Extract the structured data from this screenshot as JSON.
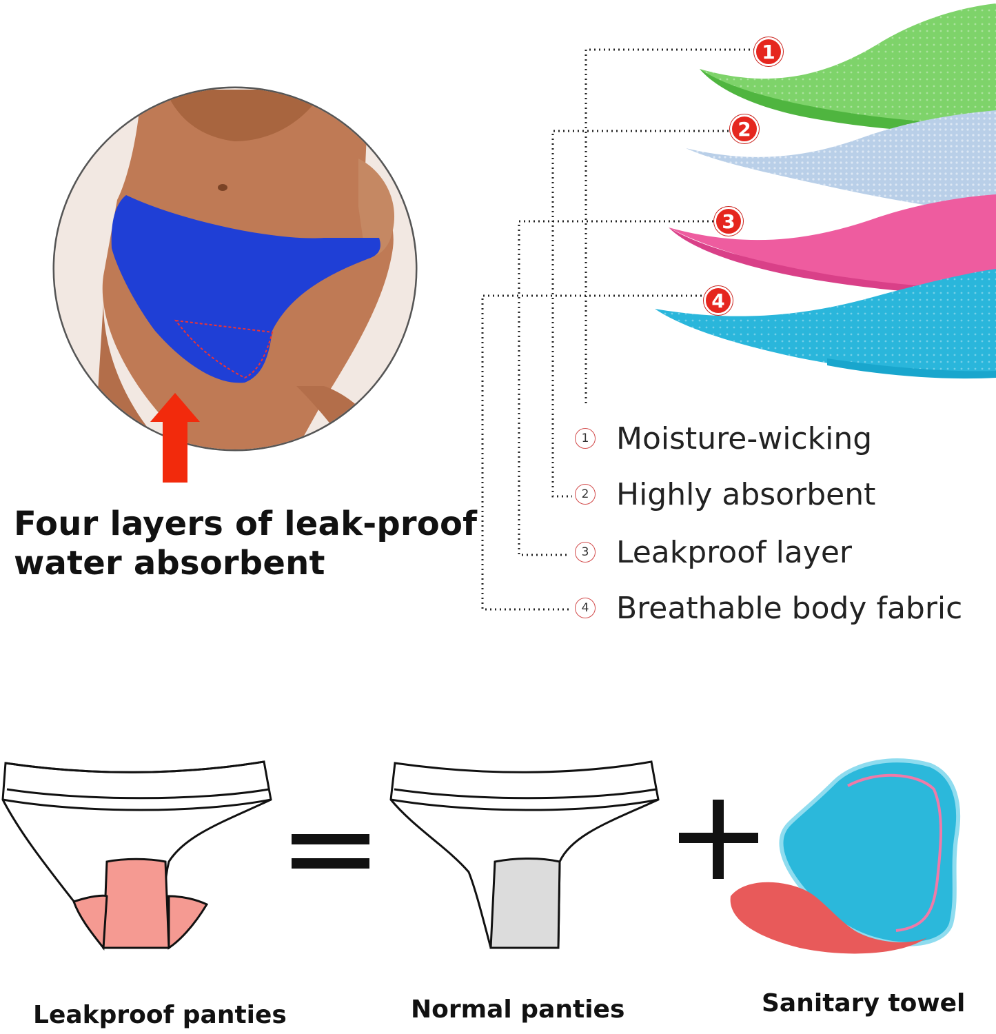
{
  "headline": {
    "line1": "Four layers of leak-proof",
    "line2": "water absorbent"
  },
  "layers": [
    {
      "num": "1",
      "label": "Moisture-wicking",
      "color": "#7ed36a"
    },
    {
      "num": "2",
      "label": "Highly absorbent",
      "color": "#b9cfe8"
    },
    {
      "num": "3",
      "label": "Leakproof layer",
      "color": "#ee5c9f"
    },
    {
      "num": "4",
      "label": "Breathable body fabric",
      "color": "#2ab6db"
    }
  ],
  "comparison": {
    "item1": "Leakproof panties",
    "item2": "Normal panties",
    "item3": "Sanitary towel",
    "equals_sign": "=",
    "plus_sign": "+"
  },
  "colors": {
    "garment_blue": "#1f3fd6",
    "arrow_red": "#f22a0c",
    "gusset_pink": "#f59a92",
    "gusset_gray": "#dcdcdc",
    "pad_cyan": "#2bb8db",
    "pad_red": "#e85a5a"
  }
}
